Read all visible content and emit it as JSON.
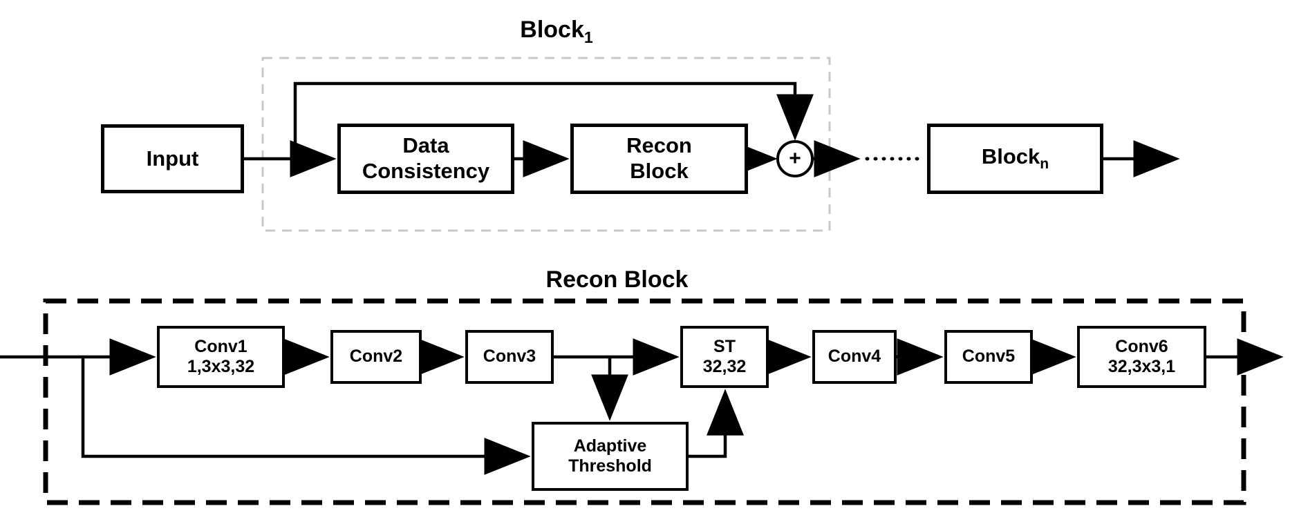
{
  "colors": {
    "line": "#000000",
    "inner_block_dash": "#c9c9c9",
    "background": "#ffffff"
  },
  "top": {
    "title": {
      "base": "Block",
      "sub": "1"
    },
    "input": "Input",
    "data_consistency": {
      "line1": "Data",
      "line2": "Consistency"
    },
    "recon_block": {
      "line1": "Recon",
      "line2": "Block"
    },
    "sum": "+",
    "block_n": {
      "base": "Block",
      "sub": "n"
    }
  },
  "bottom": {
    "title": "Recon Block",
    "conv1": {
      "line1": "Conv1",
      "line2": "1,3x3,32"
    },
    "conv2": "Conv2",
    "conv3": "Conv3",
    "st": {
      "line1": "ST",
      "line2": "32,32"
    },
    "conv4": "Conv4",
    "conv5": "Conv5",
    "conv6": {
      "line1": "Conv6",
      "line2": "32,3x3,1"
    },
    "adaptive_threshold": {
      "line1": "Adaptive",
      "line2": "Threshold"
    }
  }
}
